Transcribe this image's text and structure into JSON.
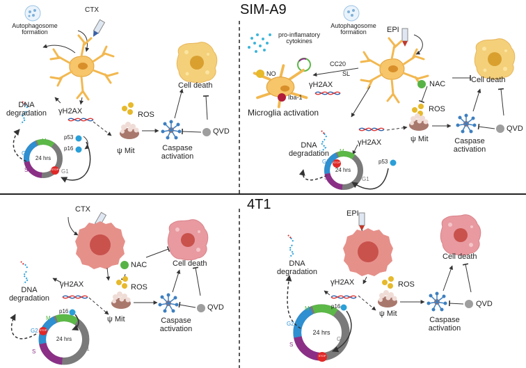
{
  "panels": {
    "sim_a9": {
      "title": "SIM-A9",
      "ctx_panel": {
        "drug": "CTX",
        "autophagosome": "Autophagosome formation",
        "dna_damage": "γH2AX",
        "p53": "p53",
        "p16": "p16",
        "ros": "ROS",
        "mit": "ψ Mit",
        "caspase": "Caspase activation",
        "cell_death": "Cell death",
        "qvd": "QVD",
        "dna_deg": "DNA degradation",
        "cycle": {
          "g2": "G2",
          "m": "M",
          "s": "S",
          "g1": "G1",
          "hours": "24 hrs",
          "stop": "STOP"
        }
      },
      "epi_panel": {
        "drug": "EPI",
        "autophagosome": "Autophagosome formation",
        "cytokines": "pro-inflamatory cytokines",
        "cc20": "CC20",
        "sl": "SL",
        "no": "NO",
        "iba1": "Iba-1",
        "dna_damage_microglia": "γH2AX",
        "microglia": "Microglia activation",
        "nac": "NAC",
        "ros": "ROS",
        "mit": "ψ Mit",
        "caspase": "Caspase activation",
        "cell_death": "Cell death",
        "qvd": "QVD",
        "dna_damage": "γH2AX",
        "p53": "p53",
        "dna_deg": "DNA degradation",
        "cycle": {
          "g2": "G2",
          "m": "M",
          "s": "S",
          "g1": "G1",
          "hours": "24 hrs",
          "stop": "STOP"
        }
      }
    },
    "t4t1": {
      "title": "4T1",
      "ctx_panel": {
        "drug": "CTX",
        "nac": "NAC",
        "ros": "ROS",
        "mit": "ψ Mit",
        "caspase": "Caspase activation",
        "cell_death": "Cell death",
        "qvd": "QVD",
        "dna_damage": "γH2AX",
        "p16": "p16",
        "dna_deg": "DNA degradation",
        "cycle": {
          "g2": "G2",
          "m": "M",
          "s": "S",
          "g1": "G1",
          "hours": "24 hrs",
          "stop": "STOP"
        }
      },
      "epi_panel": {
        "drug": "EPI",
        "ros": "ROS",
        "mit": "ψ Mit",
        "caspase": "Caspase activation",
        "cell_death": "Cell death",
        "qvd": "QVD",
        "dna_damage": "γH2AX",
        "p16": "p16",
        "dna_deg": "DNA degradation",
        "cycle": {
          "g2": "G2",
          "m": "M",
          "s": "S",
          "g1": "G1",
          "hours": "24 hrs",
          "stop": "STOP"
        }
      }
    }
  },
  "colors": {
    "neuron_fill": "#f7c56a",
    "neuron_stroke": "#e0a33a",
    "dead_cell_fill": "#f4d07a",
    "dead_cell_core": "#d9a030",
    "tumor_fill": "#e6908a",
    "tumor_core": "#c9524c",
    "tumor_dead_fill": "#e89aa0",
    "ros_yellow": "#e7b92b",
    "nac_green": "#58b347",
    "qvd_gray": "#9e9e9e",
    "p_blue": "#2a9fd8",
    "caspase_blue": "#3d7fbf",
    "mito_fill": "#b98b7f",
    "cycle_gray": "#7a7a7a",
    "cycle_green": "#5cb847",
    "cycle_purple": "#8b2f86",
    "cycle_blue": "#2e8fd1",
    "stop_red": "#e02828",
    "iba_red": "#b01c3a"
  }
}
